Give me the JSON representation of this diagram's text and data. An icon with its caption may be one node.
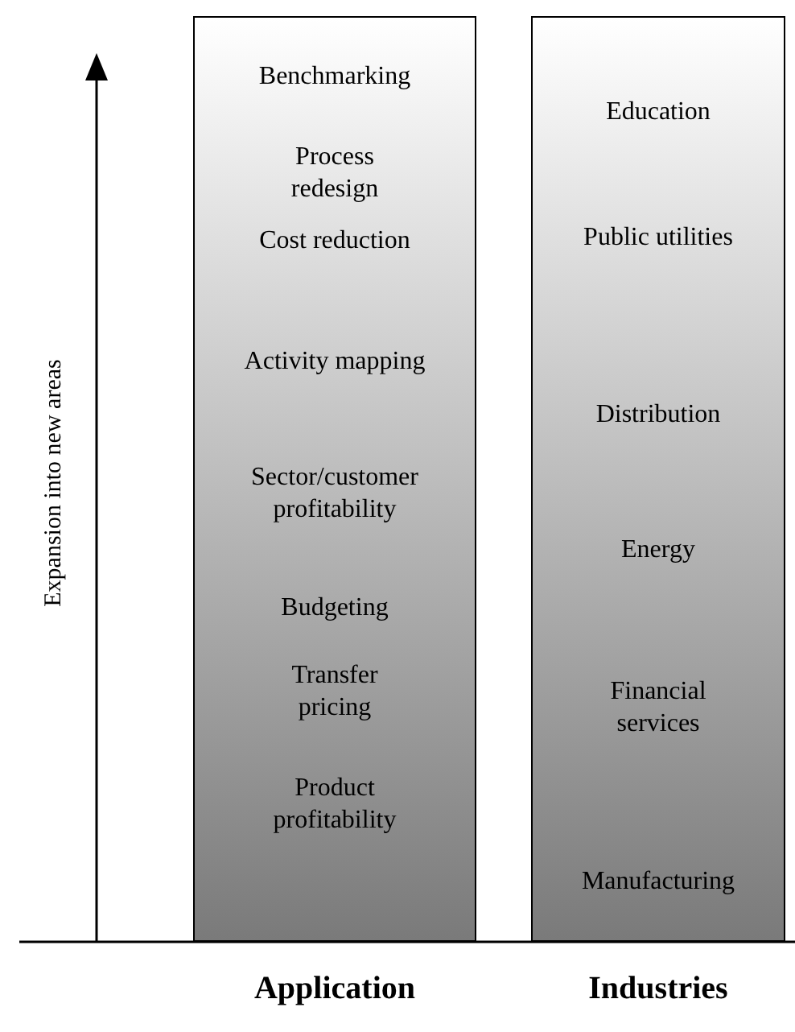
{
  "diagram": {
    "nodes": [
      {
        "text": [
          "Benchmarking",
          "Process redesign",
          "Cost reduction",
          "Activity mapping",
          "Sector/customer profitability",
          "Budgeting",
          "Transfer pricing",
          "Product profitability",
          "Application"
        ]
      },
      {
        "text": [
          "Education",
          "Public utilities",
          "Distribution",
          "Energy",
          "Financial services",
          "Manufacturing",
          "Industries"
        ]
      }
    ],
    "labels": [
      "Expansion into new areas"
    ]
  }
}
